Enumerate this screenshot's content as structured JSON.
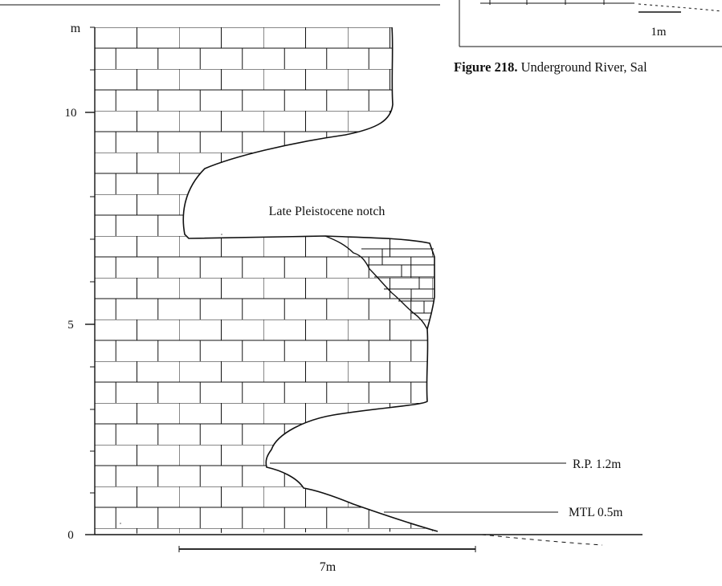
{
  "axis": {
    "unit_label": "m",
    "ticks": [
      {
        "label": "10",
        "value": 10
      },
      {
        "label": "5",
        "value": 5
      },
      {
        "label": "0",
        "value": 0
      }
    ]
  },
  "annotations": {
    "notch": "Late Pleistocene notch",
    "rp": "R.P.  1.2m",
    "mtl": "MTL  0.5m"
  },
  "scale_bars": {
    "main": "7m",
    "inset": "1m"
  },
  "caption": {
    "bold": "Figure 218.",
    "text": " Underground River, Sal"
  }
}
